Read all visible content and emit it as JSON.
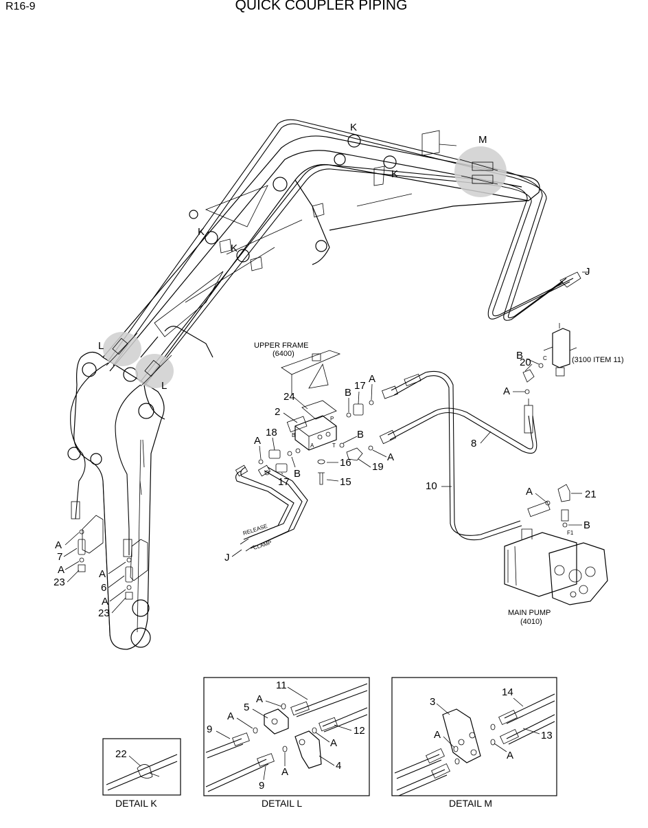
{
  "header": {
    "page_code": "R16-9",
    "title": "QUICK COUPLER PIPING"
  },
  "callouts": {
    "K": "K",
    "L": "L",
    "M": "M",
    "J": "J",
    "A": "A",
    "B": "B",
    "C": "C",
    "P": "P",
    "T": "T",
    "F1": "F1",
    "n2": "2",
    "n3": "3",
    "n4": "4",
    "n5": "5",
    "n6": "6",
    "n7": "7",
    "n8": "8",
    "n9": "9",
    "n10": "10",
    "n11": "11",
    "n12": "12",
    "n13": "13",
    "n14": "14",
    "n15": "15",
    "n16": "16",
    "n17": "17",
    "n18": "18",
    "n19": "19",
    "n20": "20",
    "n21": "21",
    "n22": "22",
    "n23": "23",
    "n24": "24"
  },
  "labels": {
    "upper_frame": "UPPER FRAME",
    "upper_frame_ref": "(6400)",
    "main_pump": "MAIN PUMP",
    "main_pump_ref": "(4010)",
    "item_ref": "(3100 ITEM 11)",
    "release": "RELEASE",
    "clamp": "CLAMP"
  },
  "details": {
    "k": "DETAIL K",
    "l": "DETAIL L",
    "m": "DETAIL M"
  }
}
